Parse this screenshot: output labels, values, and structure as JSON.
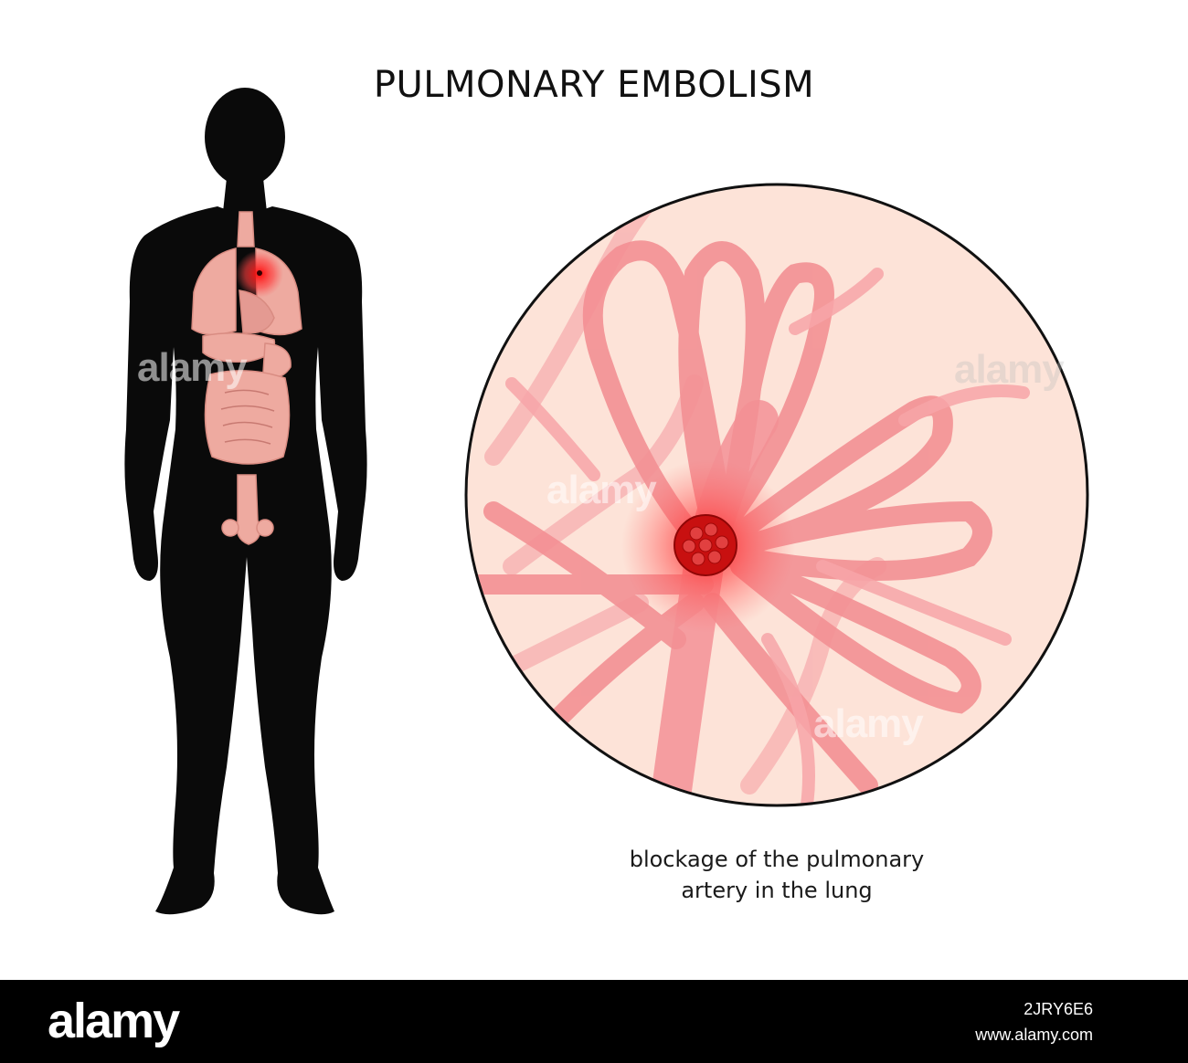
{
  "title": "PULMONARY EMBOLISM",
  "caption": {
    "line1": "blockage of the pulmonary",
    "line2": "artery in the lung"
  },
  "watermark": "alamy",
  "footer": {
    "logo": "alamy",
    "image_id": "2JRY6E6",
    "site": "www.alamy.com"
  },
  "colors": {
    "silhouette": "#0a0a0a",
    "organ": "#eeaaa0",
    "lung_bg": "#fde3d8",
    "vessel": "#f4959a",
    "clot": "#c81010"
  }
}
